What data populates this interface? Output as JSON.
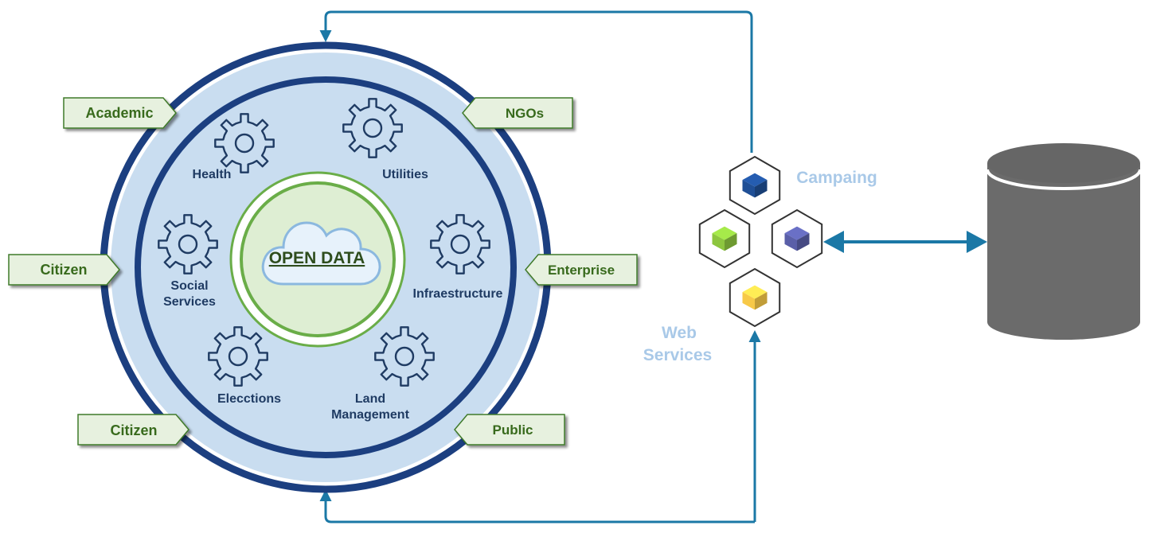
{
  "center": {
    "label": "OPEN DATA"
  },
  "sectors": [
    {
      "label": "Health",
      "icon": "gear-icon"
    },
    {
      "label": "Utilities",
      "icon": "gear-icon"
    },
    {
      "label_lines": [
        "Social",
        "Services"
      ],
      "icon": "gear-icon"
    },
    {
      "label": "Infraestructure",
      "icon": "gear-icon"
    },
    {
      "label": "Elecctions",
      "icon": "gear-icon"
    },
    {
      "label_lines": [
        "Land",
        "Management"
      ],
      "icon": "gear-icon"
    }
  ],
  "stakeholders": [
    {
      "label": "Academic"
    },
    {
      "label": "NGOs"
    },
    {
      "label": "Citizen"
    },
    {
      "label": "Enterprise"
    },
    {
      "label": "Citizen"
    },
    {
      "label": "Public"
    }
  ],
  "services": {
    "campaign_label": "Campaing",
    "web_services_lines": [
      "Web",
      "Services"
    ],
    "modules": [
      {
        "name": "blue-module",
        "color": "#1f4f96"
      },
      {
        "name": "green-module",
        "color": "#8dc63f"
      },
      {
        "name": "purple-module",
        "color": "#5a5fa8"
      },
      {
        "name": "yellow-module",
        "color": "#f7c948"
      }
    ]
  },
  "database": {
    "icon": "database-icon",
    "color": "#6b6b6b"
  },
  "colors": {
    "ring_dark": "#1c3f80",
    "ring_fill": "#c9ddf0",
    "tag_fill": "#e7f1df",
    "tag_border": "#3f7a2a",
    "arrow": "#1b78a6",
    "core_green": "#6aad48",
    "core_fill": "#deeed3"
  }
}
